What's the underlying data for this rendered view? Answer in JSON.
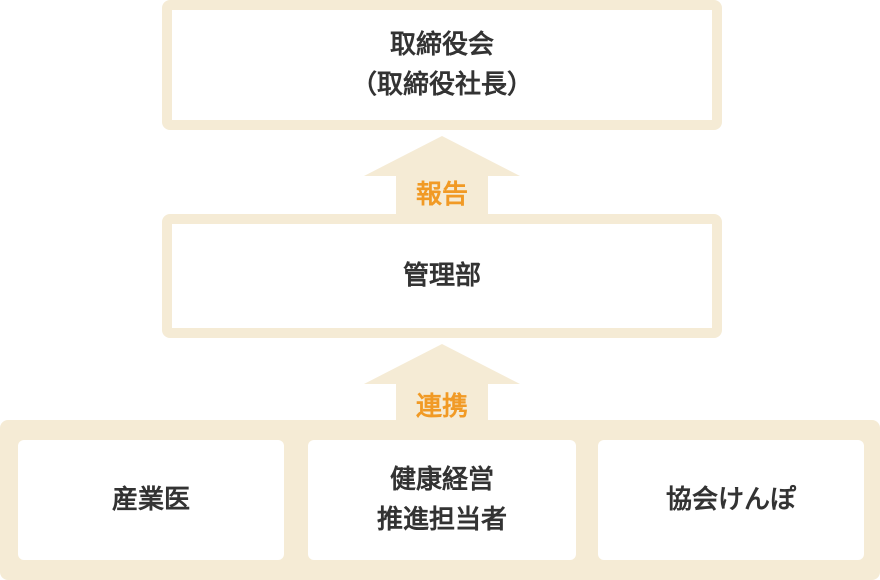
{
  "top_box": {
    "line1": "取締役会",
    "line2": "（取締役社長）"
  },
  "arrow_report": {
    "label": "報告"
  },
  "middle_box": {
    "label": "管理部"
  },
  "arrow_link": {
    "label": "連携"
  },
  "bottom_boxes": [
    {
      "line1": "産業医",
      "line2": ""
    },
    {
      "line1": "健康経営",
      "line2": "推進担当者"
    },
    {
      "line1": "協会けんぽ",
      "line2": ""
    }
  ],
  "colors": {
    "frame": "#f5ebd5",
    "accent": "#f19a25",
    "text": "#333333"
  }
}
